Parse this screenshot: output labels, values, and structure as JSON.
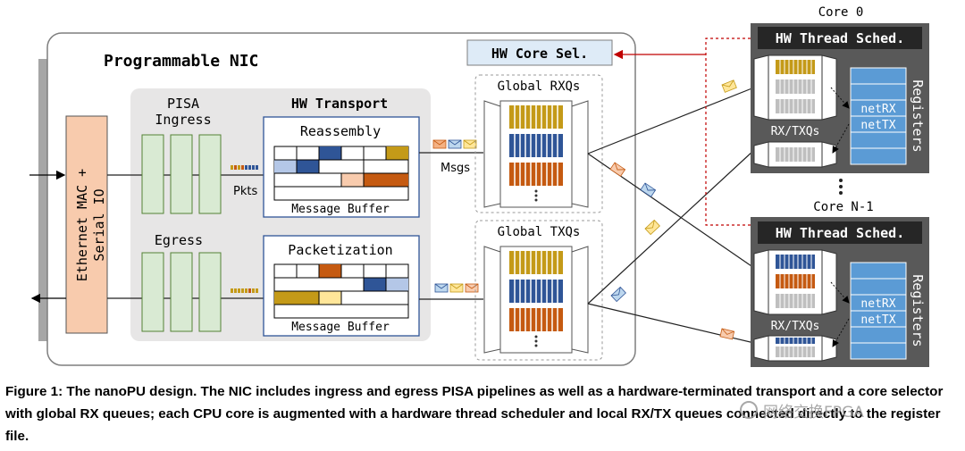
{
  "nic": {
    "title": "Programmable NIC",
    "mac_label_line1": "Ethernet MAC +",
    "mac_label_line2": "Serial IO",
    "core_selector": "HW Core Sel.",
    "pisa_ingress_line1": "PISA",
    "pisa_ingress_line2": "Ingress",
    "egress": "Egress",
    "hw_transport": "HW Transport",
    "reassembly": "Reassembly",
    "packetization": "Packetization",
    "message_buffer_top": "Message Buffer",
    "message_buffer_bottom": "Message Buffer",
    "pkts": "Pkts",
    "msgs": "Msgs",
    "global_rxqs": "Global RXQs",
    "global_txqs": "Global TXQs"
  },
  "cores": [
    {
      "label": "Core 0",
      "scheduler": "HW Thread Sched.",
      "queues": "RX/TXQs",
      "registers": "Registers",
      "netrx": "netRX",
      "nettx": "netTX"
    },
    {
      "label": "Core N-1",
      "scheduler": "HW Thread Sched.",
      "queues": "RX/TXQs",
      "registers": "Registers",
      "netrx": "netRX",
      "nettx": "netTX"
    }
  ],
  "colors": {
    "gold": "#c49a18",
    "blue": "#2f5597",
    "orange": "#c55a11",
    "light_blue": "#b4c7e7",
    "light_orange": "#f8cbad",
    "light_gold": "#ffe699",
    "green": "#d9ead3",
    "mac": "#f8cbad",
    "core_dark": "#595959",
    "register_blue": "#5b9bd5",
    "arrow_red": "#c00000"
  },
  "caption": "Figure 1: The nanoPU design. The NIC includes ingress and egress PISA pipelines as well as a hardware-terminated transport and a core selector with global RX queues; each CPU core is augmented with a hardware thread scheduler and local RX/TX queues connected directly to the register file.",
  "watermark": "网络交换FPGA"
}
